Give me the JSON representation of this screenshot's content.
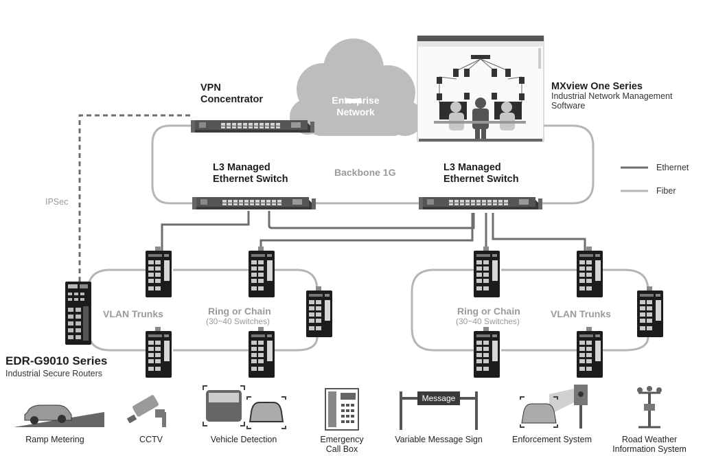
{
  "labels": {
    "vpn": [
      "VPN",
      "Concentrator"
    ],
    "enterprise": [
      "Enterprise",
      "Network"
    ],
    "mxview_title": "MXview One Series",
    "mxview_sub": [
      "Industrial Network Management",
      "Software"
    ],
    "l3_left": [
      "L3 Managed",
      "Ethernet Switch"
    ],
    "l3_right": [
      "L3 Managed",
      "Ethernet Switch"
    ],
    "backbone": "Backbone 1G",
    "ipsec": "IPSec",
    "vlan_left": "VLAN Trunks",
    "vlan_right": "VLAN Trunks",
    "ring_left": "Ring or Chain",
    "ring_left_sub": "(30~40 Switches)",
    "ring_right": "Ring or Chain",
    "ring_right_sub": "(30~40 Switches)",
    "edr_title": "EDR-G9010 Series",
    "edr_sub": "Industrial Secure Routers",
    "message": "Message"
  },
  "legend": [
    {
      "label": "Ethernet",
      "color": "#6e6e6e"
    },
    {
      "label": "Fiber",
      "color": "#b5b5b5"
    }
  ],
  "applications": [
    {
      "label": "Ramp Metering",
      "icon": "ramp-metering-icon"
    },
    {
      "label": "CCTV",
      "icon": "cctv-icon"
    },
    {
      "label": "Vehicle Detection",
      "icon": "vehicle-detection-icon"
    },
    {
      "label": "Emergency\nCall Box",
      "icon": "call-box-icon"
    },
    {
      "label": "Variable Message Sign",
      "icon": "message-sign-icon"
    },
    {
      "label": "Enforcement System",
      "icon": "enforcement-icon"
    },
    {
      "label": "Road Weather\nInformation System",
      "icon": "weather-station-icon"
    }
  ],
  "colors": {
    "ethernet": "#6e6e6e",
    "fiber": "#b5b5b5",
    "device": "#1c1c1c",
    "cloud": "#bdbdbd"
  }
}
